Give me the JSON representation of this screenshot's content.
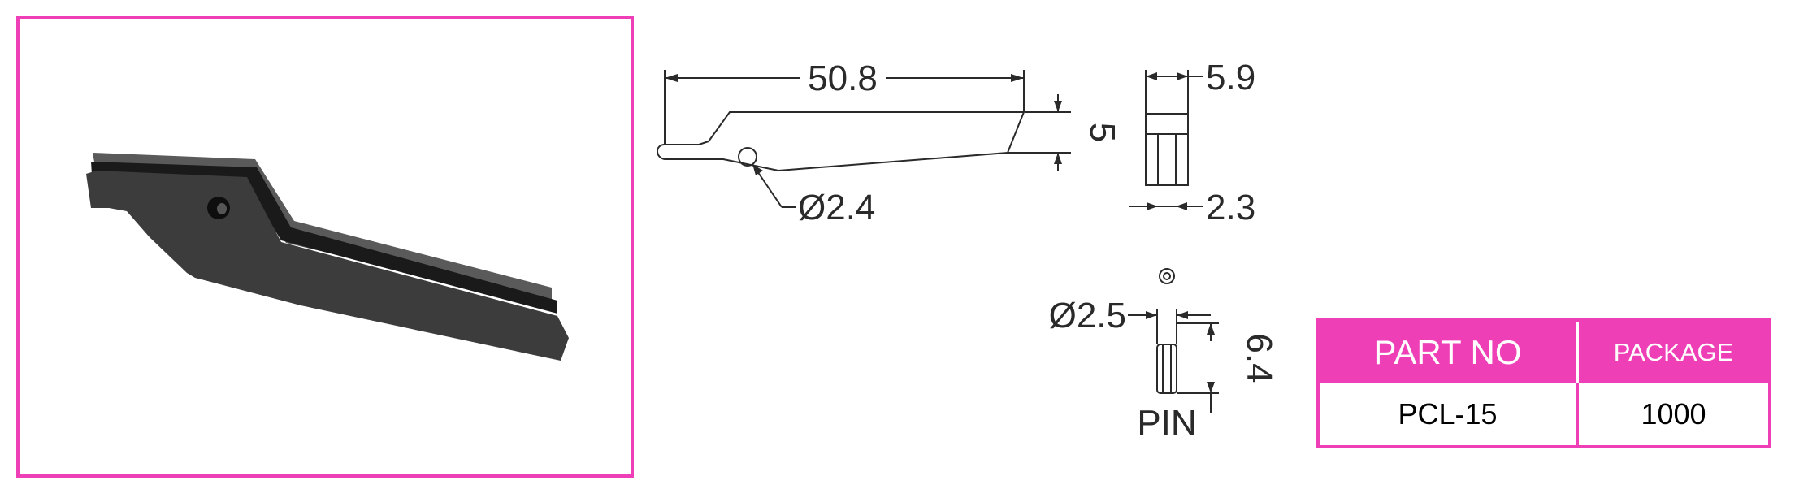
{
  "colors": {
    "accent": "#ef3fb7",
    "part_body": "#3a3a3a",
    "line": "#2a2a2a"
  },
  "photo": {
    "subject": "pcl-15-part-photo"
  },
  "drawing": {
    "length": "50.8",
    "height": "5",
    "hole_dia": "Ø2.4",
    "width": "5.9",
    "slot": "2.3",
    "pin_dia": "Ø2.5",
    "pin_length": "6.4",
    "pin_label": "PIN"
  },
  "table": {
    "header_part": "PART NO",
    "header_package": "PACKAGE",
    "part_no": "PCL-15",
    "package": "1000"
  }
}
